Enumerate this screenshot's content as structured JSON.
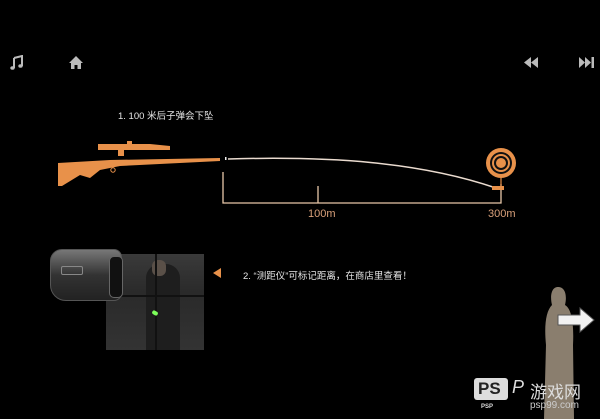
{
  "toolbar": {
    "music_icon": "music-icon",
    "home_icon": "home-icon",
    "prev_icon": "rewind-icon",
    "next_icon": "fast-forward-icon"
  },
  "tips": {
    "tip1": "1. 100 米后子弹会下坠",
    "tip2": "2. “测距仪”可标记距离，在商店里查看！"
  },
  "diagram": {
    "label_100": "100m",
    "label_300": "300m",
    "accent_color": "#e8914a"
  },
  "watermark": {
    "logo": "PS",
    "logo_sub": "PSP",
    "p_letter": "P",
    "site_cn": "游戏网",
    "site_url": "psp99.com"
  }
}
